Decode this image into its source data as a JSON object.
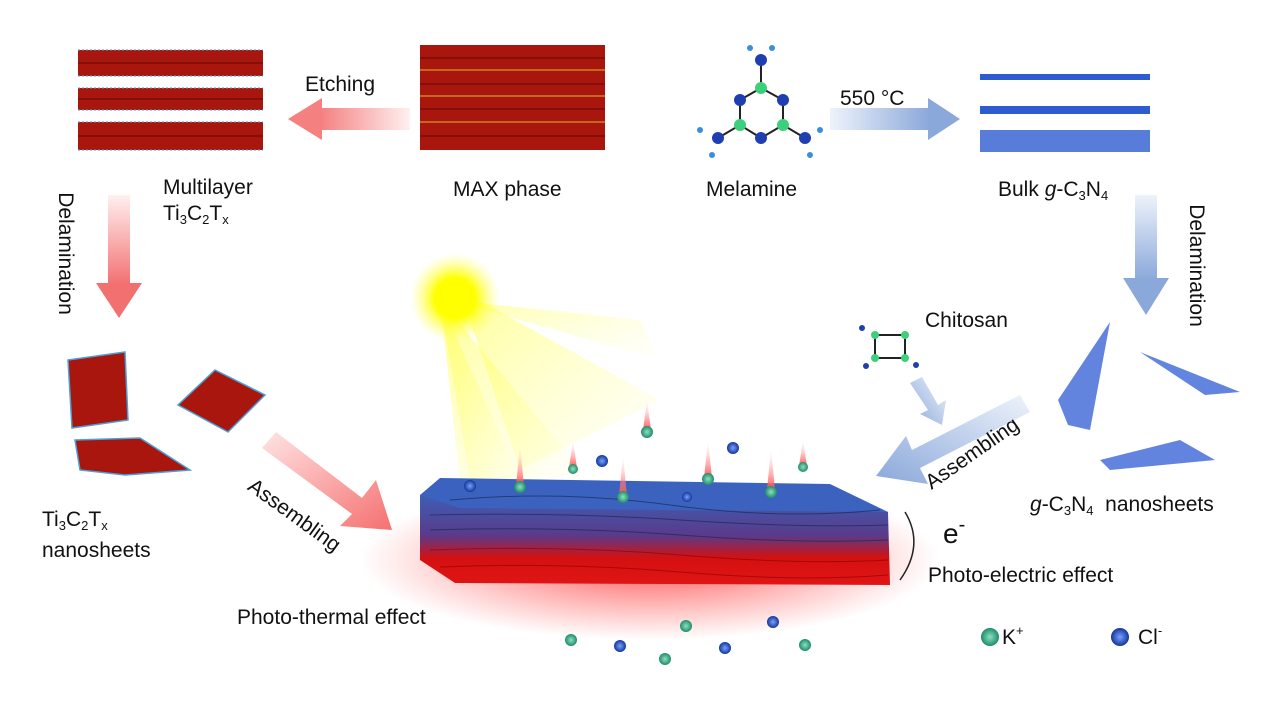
{
  "labels": {
    "etching": "Etching",
    "multilayer": "Multilayer",
    "ti3c2tx_multi": {
      "base": "Ti",
      "s1": "3",
      "c": "C",
      "s2": "2",
      "t": "T",
      "s3": "x"
    },
    "max_phase": "MAX phase",
    "melamine": "Melamine",
    "temperature": "550 °C",
    "bulk_prefix": "Bulk ",
    "g_prefix": "g",
    "c3n4": {
      "dash_c": "-C",
      "s1": "3",
      "n": "N",
      "s2": "4"
    },
    "delamination_left": "Delamination",
    "delamination_right": "Delamination",
    "chitosan": "Chitosan",
    "assembling_left": "Assembling",
    "assembling_right": "Assembling",
    "nanosheets": "nanosheets",
    "electron": "e",
    "electron_sup": "-",
    "photo_electric": "Photo-electric effect",
    "photo_thermal": "Photo-thermal effect"
  },
  "legend": [
    {
      "label": "K",
      "sup": "+",
      "color": "#2aa37f"
    },
    {
      "label": "Cl",
      "sup": "-",
      "color": "#1f4fb5"
    }
  ],
  "colors": {
    "mxene": "#b0140c",
    "gcn": "#2d5bd0",
    "arrow_red": "#f27d7d",
    "arrow_blue": "#8aa8da",
    "sun": "#ffee00"
  }
}
